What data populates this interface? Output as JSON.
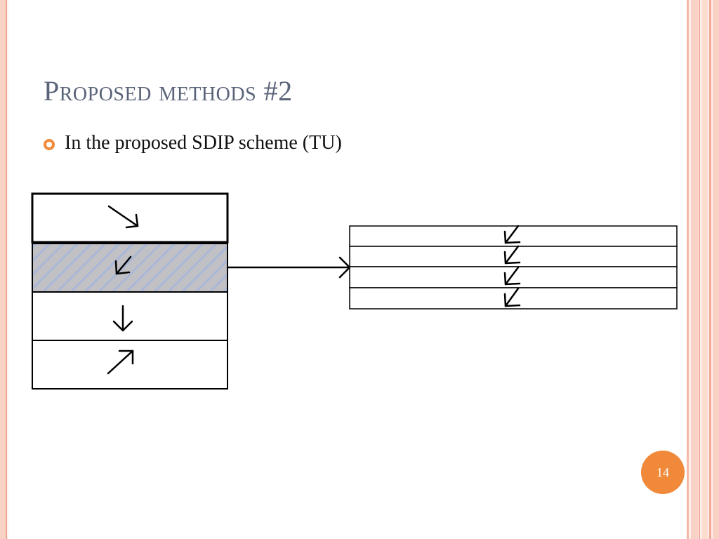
{
  "slide": {
    "title": "Proposed methods #2",
    "bullet": "In the proposed SDIP scheme (TU)",
    "page_number": "14"
  },
  "colors": {
    "title_text": "#5a6378",
    "accent_orange": "#f08a3a",
    "side_border_pink": "#f9d2c6",
    "side_border_dark": "#f1a896",
    "highlight_fill_gray": "#c0c0c5",
    "highlight_hatch_blue": "#a9b8d8"
  },
  "diagram": {
    "left_partitions": [
      {
        "icon": "arrow-down-right-icon",
        "direction": "down-right",
        "highlighted": false
      },
      {
        "icon": "arrow-down-left-icon",
        "direction": "down-left",
        "highlighted": true
      },
      {
        "icon": "arrow-down-icon",
        "direction": "down",
        "highlighted": false
      },
      {
        "icon": "arrow-up-right-icon",
        "direction": "up-right",
        "highlighted": false
      }
    ],
    "right_partitions": [
      {
        "icon": "arrow-down-left-icon",
        "direction": "down-left"
      },
      {
        "icon": "arrow-down-left-icon",
        "direction": "down-left"
      },
      {
        "icon": "arrow-down-left-icon",
        "direction": "down-left"
      },
      {
        "icon": "arrow-down-left-icon",
        "direction": "down-left"
      }
    ],
    "connector_icon": "arrow-right-icon"
  }
}
